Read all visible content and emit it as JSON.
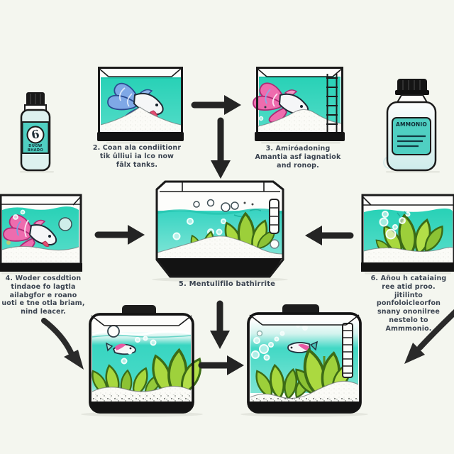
{
  "captions": {
    "step2": "2.  Coan ala condiitionr\ntik ûlliui ia lco now\nfālx tanks.",
    "step3": "3.    Amiróadoning\nAmantia asf iagnatiok\nand ronop.",
    "step5": "5.  Mentulifilo bathirrite",
    "step4": "4.   Woder cosddtion\ntindaoe fo lagtla\nailabgfor e roano\nuoti e tne otla briam,\nnind leacer.",
    "step6": "6.   Añou h cataiaing\nree atid proo.\njitilinto ponfoloicleorfon\nsnany ononilree nestelo to\nAmmmonio."
  },
  "bottles": {
    "left": {
      "logo": "6",
      "text": "DUGW\nBHADO"
    },
    "right": {
      "title": "AMMONIO"
    }
  },
  "icons": {
    "flow_arrow_right": "→",
    "flow_arrow_down": "↓",
    "flow_arrow_curved": "⤵"
  },
  "colors": {
    "background": "#f4f6ef",
    "water_teal": "#2ed3b9",
    "water_light": "#9debde",
    "outline": "#1b1b1b",
    "plant_green": "#a2d43c",
    "plant_green_dark": "#6fa62b",
    "fish_pink": "#ee6cae",
    "fish_blue": "#7fa8e6",
    "label_teal": "#4fcfc2",
    "arrow_black": "#242424",
    "sand_white": "#fbfbf7",
    "caption_ink": "#3a4350",
    "base_black": "#131313"
  }
}
